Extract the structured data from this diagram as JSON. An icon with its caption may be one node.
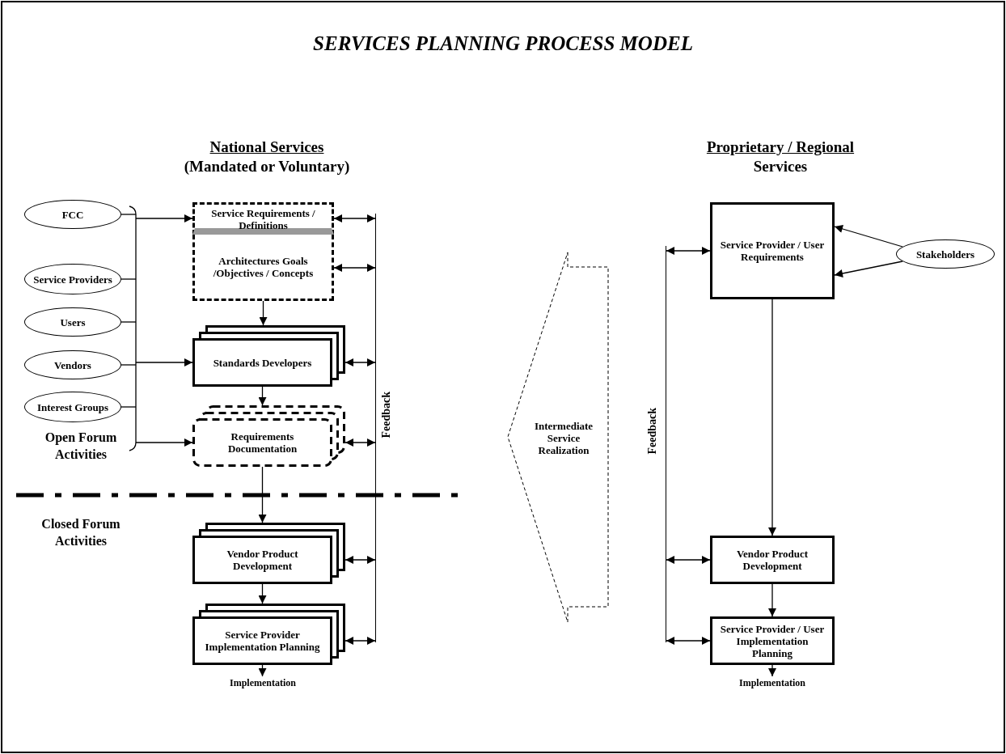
{
  "diagram": {
    "title": "SERVICES PLANNING PROCESS MODEL",
    "nodes": [
      {
        "text": [
          "FCC"
        ]
      },
      {
        "text": [
          "Service Providers"
        ]
      },
      {
        "text": [
          "Users"
        ]
      },
      {
        "text": [
          "Vendors"
        ]
      },
      {
        "text": [
          "Interest Groups"
        ]
      },
      {
        "text": [
          "Service Requirements / Definitions"
        ]
      },
      {
        "text": [
          "Architectures Goals /Objectives / Concepts"
        ]
      },
      {
        "text": [
          "Standards Developers"
        ]
      },
      {
        "text": [
          "Requirements Documentation"
        ]
      },
      {
        "text": [
          "Vendor Product Development"
        ]
      },
      {
        "text": [
          "Service Provider Implementation Planning"
        ]
      },
      {
        "text": [
          "Implementation"
        ]
      },
      {
        "text": [
          "Feedback"
        ]
      },
      {
        "text": [
          "Intermediate Service Realization"
        ]
      },
      {
        "text": [
          "Service Provider / User Requirements"
        ]
      },
      {
        "text": [
          "Stakeholders"
        ]
      },
      {
        "text": [
          "Vendor Product Development"
        ]
      },
      {
        "text": [
          "Service Provider / User Implementation Planning"
        ]
      },
      {
        "text": [
          "Implementation"
        ]
      },
      {
        "text": [
          "Feedback"
        ]
      }
    ],
    "edges": [
      {
        "from": 0,
        "to": 5,
        "arrow": "to"
      },
      {
        "from": 1,
        "to": 5,
        "arrow": "to"
      },
      {
        "from": 2,
        "to": 5,
        "arrow": "to"
      },
      {
        "from": 3,
        "to": 5,
        "arrow": "to"
      },
      {
        "from": 4,
        "to": 5,
        "arrow": "to"
      },
      {
        "from": 0,
        "to": 7,
        "arrow": "to"
      },
      {
        "from": 1,
        "to": 7,
        "arrow": "to"
      },
      {
        "from": 2,
        "to": 7,
        "arrow": "to"
      },
      {
        "from": 3,
        "to": 7,
        "arrow": "to"
      },
      {
        "from": 4,
        "to": 7,
        "arrow": "to"
      },
      {
        "from": 0,
        "to": 8,
        "arrow": "to"
      },
      {
        "from": 1,
        "to": 8,
        "arrow": "to"
      },
      {
        "from": 2,
        "to": 8,
        "arrow": "to"
      },
      {
        "from": 3,
        "to": 8,
        "arrow": "to"
      },
      {
        "from": 4,
        "to": 8,
        "arrow": "to"
      },
      {
        "from": 6,
        "to": 7,
        "arrow": "to"
      },
      {
        "from": 7,
        "to": 8,
        "arrow": "to"
      },
      {
        "from": 8,
        "to": 9,
        "arrow": "to"
      },
      {
        "from": 9,
        "to": 10,
        "arrow": "to"
      },
      {
        "from": 10,
        "to": 11,
        "arrow": "to"
      },
      {
        "from": 12,
        "to": 5,
        "arrow": "both"
      },
      {
        "from": 12,
        "to": 6,
        "arrow": "both"
      },
      {
        "from": 12,
        "to": 7,
        "arrow": "both"
      },
      {
        "from": 12,
        "to": 8,
        "arrow": "both"
      },
      {
        "from": 12,
        "to": 9,
        "arrow": "both"
      },
      {
        "from": 12,
        "to": 10,
        "arrow": "both"
      },
      {
        "from": 15,
        "to": 14,
        "arrow": "to"
      },
      {
        "from": 15,
        "to": 14,
        "arrow": "to"
      },
      {
        "from": 14,
        "to": 16,
        "arrow": "to"
      },
      {
        "from": 16,
        "to": 17,
        "arrow": "to"
      },
      {
        "from": 17,
        "to": 18,
        "arrow": "to"
      },
      {
        "from": 19,
        "to": 14,
        "arrow": "both"
      },
      {
        "from": 19,
        "to": 16,
        "arrow": "both"
      },
      {
        "from": 19,
        "to": 17,
        "arrow": "both"
      }
    ],
    "labels": [
      "National Services (Mandated or Voluntary)",
      "Proprietary / Regional Services",
      "Open Forum Activities",
      "Closed Forum Activities"
    ]
  }
}
